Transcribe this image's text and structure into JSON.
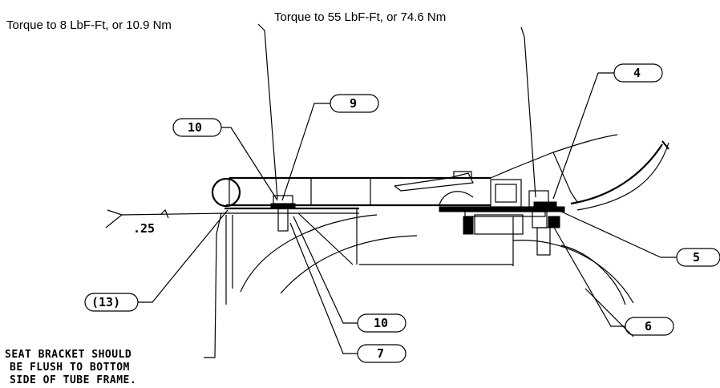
{
  "notes": {
    "torque_left": "Torque to 8 LbF-Ft, or 10.9 Nm",
    "torque_right": "Torque to 55 LbF-Ft, or 74.6 Nm",
    "weld_size": ".25",
    "seat_bracket_line1": "SEAT BRACKET SHOULD",
    "seat_bracket_line2": "BE FLUSH TO BOTTOM",
    "seat_bracket_line3": "SIDE OF TUBE FRAME."
  },
  "callouts": {
    "c4": "4",
    "c9": "9",
    "c10_top": "10",
    "c5": "5",
    "c6": "6",
    "c13": "(13)",
    "c10_bottom": "10",
    "c7": "7"
  }
}
